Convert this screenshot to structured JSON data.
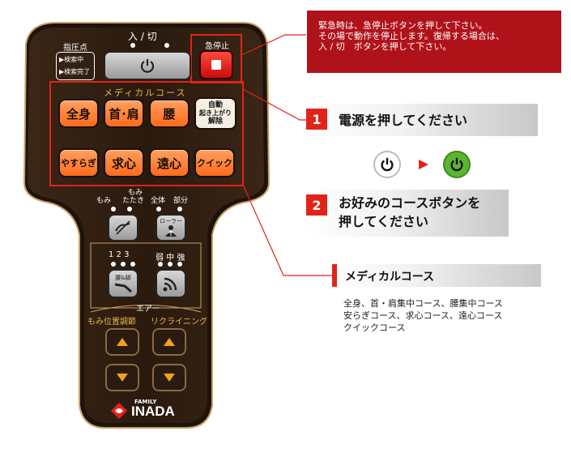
{
  "remote": {
    "power_label": "入 / 切",
    "emergency_label": "急停止",
    "pressure_point_label": "指圧点",
    "searching_label": "▶検索中",
    "search_done_label": "▶検索完了",
    "course_header": "メディカルコース",
    "auto_rise_label_1": "自動",
    "auto_rise_label_2": "起き上がり",
    "auto_rise_label_3": "解除",
    "course_buttons": [
      "全身",
      "首･肩",
      "腰",
      "やすらぎ",
      "求心",
      "遠心",
      "クイック"
    ],
    "mode_labels": {
      "momi": "もみ",
      "momi_tataki_1": "もみ",
      "momi_tataki_2": "たたき",
      "whole": "全体",
      "part": "部分"
    },
    "roller_label": "ローラー",
    "numbers_label": "1 2 3",
    "strength_label": "弱 中 強",
    "air_foot_label": "腰&脚",
    "air_label": "エアー",
    "momi_position_label": "もみ位置調節",
    "reclining_label": "リクライニング",
    "brand_small": "FAMILY",
    "brand_large": "INADA"
  },
  "warning": {
    "line1": "緊急時は、急停止ボタンを押して下さい。",
    "line2": "その場で動作を停止します。復帰する場合は、",
    "line3": "入 / 切　ボタンを押して下さい。"
  },
  "step1": {
    "number": "1",
    "text": "電源を押してください"
  },
  "step2": {
    "number": "2",
    "line1": "お好みのコースボタンを",
    "line2": "押してください"
  },
  "medical": {
    "title": "メディカルコース",
    "line1": "全身、首・肩集中コース、腰集中コース",
    "line2": "安らぎコース、求心コース、遠心コース",
    "line3": "クイックコース"
  },
  "colors": {
    "accent_red": "#e2231a",
    "warning_bg": "#b0121a",
    "remote_body": "#2b1b10",
    "remote_gold": "#e9b84a",
    "button_orange": "#ff7a2a",
    "power_green": "#5cb531"
  }
}
